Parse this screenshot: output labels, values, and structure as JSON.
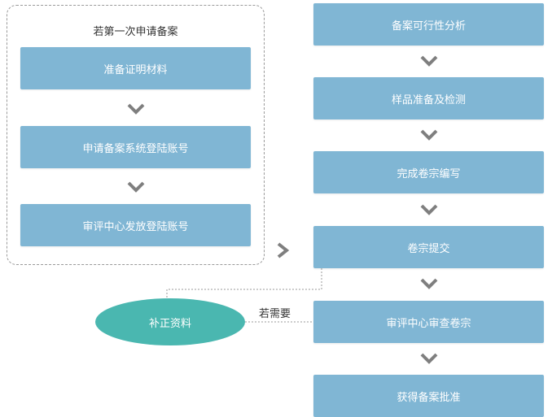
{
  "group": {
    "title": "若第一次申请备案",
    "steps": [
      "准备证明材料",
      "申请备案系统登陆账号",
      "审评中心发放登陆账号"
    ]
  },
  "main_steps": [
    "备案可行性分析",
    "样品准备及检测",
    "完成卷宗编写",
    "卷宗提交",
    "审评中心审查卷宗",
    "获得备案批准"
  ],
  "branch": {
    "label": "若需要",
    "action": "补正资料"
  },
  "colors": {
    "step_fill": "#80b6d4",
    "ellipse_fill": "#4ab7b0",
    "arrow": "#7f7f7f",
    "dashed_border": "#9a9a9a"
  },
  "icons": {
    "down": "chevron-down-icon",
    "right": "chevron-right-icon"
  }
}
